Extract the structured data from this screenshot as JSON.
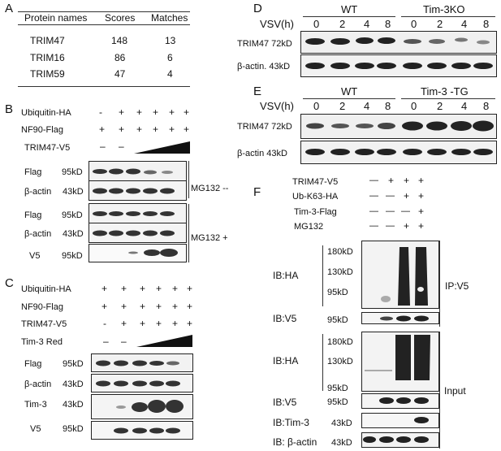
{
  "panelA": {
    "letter": "A",
    "headers": [
      "Protein names",
      "Scores",
      "Matches"
    ],
    "rows": [
      [
        "TRIM47",
        "148",
        "13"
      ],
      [
        "TRIM16",
        "86",
        "6"
      ],
      [
        "TRIM59",
        "47",
        "4"
      ]
    ]
  },
  "panelB": {
    "letter": "B",
    "rows": [
      {
        "label": "Ubiquitin-HA",
        "marks": [
          "-",
          "+",
          "+",
          "+",
          "+",
          "+"
        ]
      },
      {
        "label": "NF90-Flag",
        "marks": [
          "+",
          "+",
          "+",
          "+",
          "+",
          "+"
        ]
      },
      {
        "label": "TRIM47-V5",
        "marks": [
          "–",
          "–"
        ]
      }
    ],
    "blots": [
      "Flag",
      "β-actin",
      "Flag",
      "β-actin",
      "V5"
    ],
    "sizes": [
      "95kD",
      "43kD",
      "95kD",
      "43kD",
      "95kD"
    ],
    "conditions": [
      "MG132 --",
      "MG132 +"
    ]
  },
  "panelC": {
    "letter": "C",
    "rows": [
      {
        "label": "Ubiquitin-HA",
        "marks": [
          "+",
          "+",
          "+",
          "+",
          "+",
          "+"
        ]
      },
      {
        "label": "NF90-Flag",
        "marks": [
          "+",
          "+",
          "+",
          "+",
          "+",
          "+"
        ]
      },
      {
        "label": "TRIM47-V5",
        "marks": [
          "-",
          "+",
          "+",
          "+",
          "+",
          "+"
        ]
      },
      {
        "label": "Tim-3 Red",
        "marks": [
          "–",
          "–"
        ]
      }
    ],
    "blots": [
      "Flag",
      "β-actin",
      "Tim-3",
      "V5"
    ],
    "sizes": [
      "95kD",
      "43kD",
      "43kD",
      "95kD"
    ]
  },
  "panelD": {
    "letter": "D",
    "groups": [
      "WT",
      "Tim-3KO"
    ],
    "time_label": "VSV(h)",
    "times": [
      "0",
      "2",
      "4",
      "8",
      "0",
      "2",
      "4",
      "8"
    ],
    "blots": [
      "TRIM47 72kD",
      "β-actin. 43kD"
    ]
  },
  "panelE": {
    "letter": "E",
    "groups": [
      "WT",
      "Tim-3 -TG"
    ],
    "time_label": "VSV(h)",
    "times": [
      "0",
      "2",
      "4",
      "8",
      "0",
      "2",
      "4",
      "8"
    ],
    "blots": [
      "TRIM47 72kD",
      "β-actin  43kD"
    ]
  },
  "panelF": {
    "letter": "F",
    "rows": [
      {
        "label": "TRIM47-V5",
        "marks": [
          "—",
          "+",
          "+",
          "+"
        ]
      },
      {
        "label": "Ub-K63-HA",
        "marks": [
          "—",
          "—",
          "+",
          "+"
        ]
      },
      {
        "label": "Tim-3-Flag",
        "marks": [
          "—",
          "—",
          "—",
          "+"
        ]
      },
      {
        "label": "MG132",
        "marks": [
          "—",
          "—",
          "+",
          "+"
        ]
      }
    ],
    "ip_blots": {
      "ib_ha": "IB:HA",
      "ib_v5": "IB:V5",
      "ha_sizes": [
        "180kD",
        "130kD",
        "95kD"
      ],
      "v5_size": "95kD"
    },
    "input_blots": {
      "ib_ha": "IB:HA",
      "ha_sizes": [
        "180kD",
        "130kD",
        "95kD"
      ],
      "ib_v5": "IB:V5",
      "v5_size": "95kD",
      "ib_tim3": "IB:Tim-3",
      "tim3_size": "43kD",
      "ib_actin": "IB: β-actin",
      "actin_size": "43kD"
    },
    "ip_label": "IP:V5",
    "input_label": "Input"
  }
}
